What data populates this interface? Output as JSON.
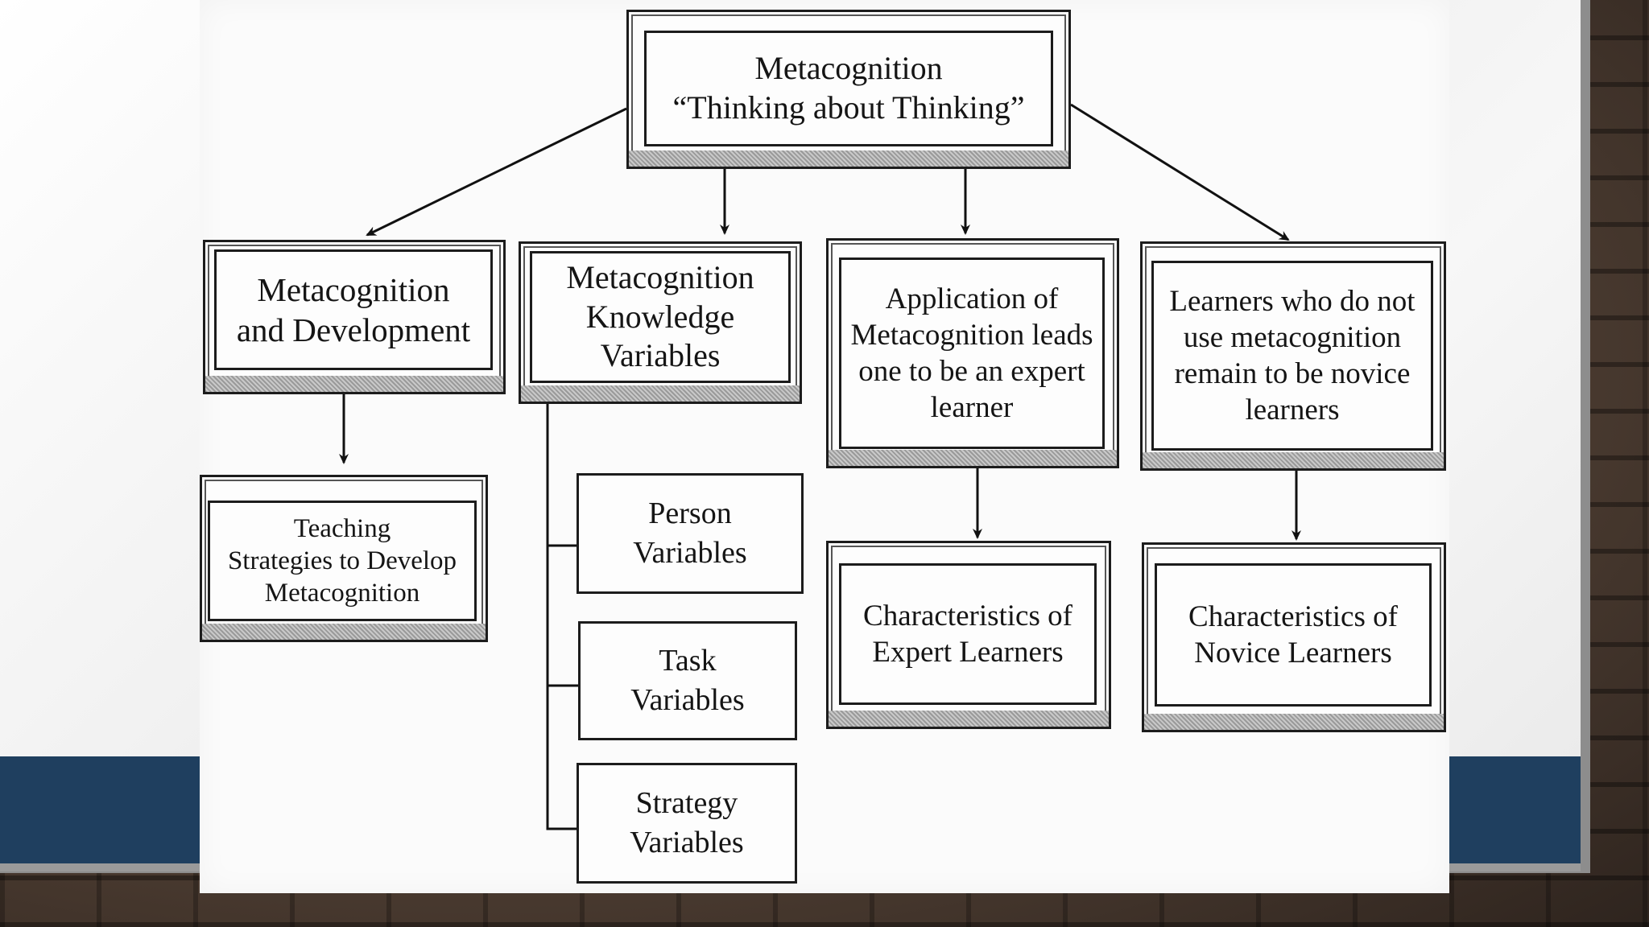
{
  "diagram": {
    "root": {
      "line1": "Metacognition",
      "line2": "“Thinking about Thinking”"
    },
    "branches": {
      "development": "Metacognition\nand Development",
      "knowledge": "Metacognition\nKnowledge\nVariables",
      "application": "Application of\nMetacognition leads\none to be an expert\nlearner",
      "nonusers": "Learners who do not\nuse metacognition\nremain to be novice\nlearners"
    },
    "children": {
      "teaching": "Teaching\nStrategies to Develop\nMetacognition",
      "person": "Person\nVariables",
      "task": "Task\nVariables",
      "strategy": "Strategy\nVariables",
      "expert": "Characteristics of\nExpert Learners",
      "novice": "Characteristics of\nNovice Learners"
    }
  }
}
